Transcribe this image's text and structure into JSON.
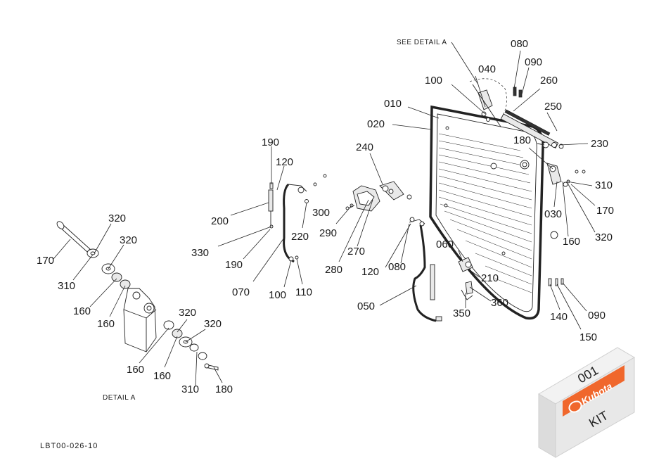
{
  "labels": {
    "see_detail_a": "SEE DETAIL A",
    "detail_a": "DETAIL A",
    "document_code": "LBT00-026-10"
  },
  "kit_box": {
    "number": "001",
    "brand": "Kubota",
    "kit": "KIT",
    "brand_color": "#f0672c"
  },
  "callouts": {
    "c010": "010",
    "c020": "020",
    "c030": "030",
    "c040": "040",
    "c050": "050",
    "c060": "060",
    "c070": "070",
    "c080a": "080",
    "c080b": "080",
    "c090a": "090",
    "c090b": "090",
    "c100a": "100",
    "c100b": "100",
    "c110": "110",
    "c120a": "120",
    "c120b": "120",
    "c140": "140",
    "c150": "150",
    "c160a": "160",
    "c160b": "160",
    "c160c": "160",
    "c160d": "160",
    "c160e": "160",
    "c170a": "170",
    "c170b": "170",
    "c180a": "180",
    "c180b": "180",
    "c190a": "190",
    "c190b": "190",
    "c200": "200",
    "c210": "210",
    "c220": "220",
    "c230": "230",
    "c240": "240",
    "c250": "250",
    "c260": "260",
    "c270": "270",
    "c280": "280",
    "c290": "290",
    "c300": "300",
    "c310a": "310",
    "c310b": "310",
    "c310c": "310",
    "c320a": "320",
    "c320b": "320",
    "c320c": "320",
    "c320d": "320",
    "c320e": "320",
    "c330": "330",
    "c350": "350",
    "c360": "360"
  }
}
